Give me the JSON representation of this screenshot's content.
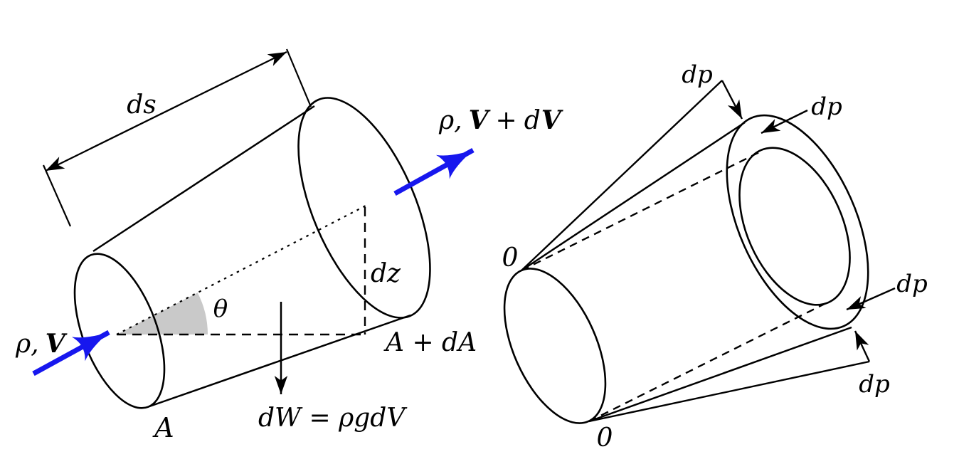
{
  "colors": {
    "line_black": "#000000",
    "arrow_blue": "#1717ee",
    "wedge_gray": "#c9c9c9",
    "background": "#ffffff"
  },
  "left_figure": {
    "ds_label": "ds",
    "inflow": {
      "rho": "ρ,",
      "V": "V"
    },
    "outflow": {
      "rho": "ρ,",
      "V": "V",
      "plus": "+",
      "d": "d",
      "dV": "V"
    },
    "theta_label": "θ",
    "dz_label": "dz",
    "area_inlet_label": "A",
    "area_outlet_label": "A + dA",
    "weight": {
      "prefix": "dW = ρgd",
      "volume": "V"
    }
  },
  "right_figure": {
    "zero_top": "0",
    "zero_bottom": "0",
    "dp_top": "dp",
    "dp_upper_right": "dp",
    "dp_right": "dp",
    "dp_bottom": "dp"
  }
}
